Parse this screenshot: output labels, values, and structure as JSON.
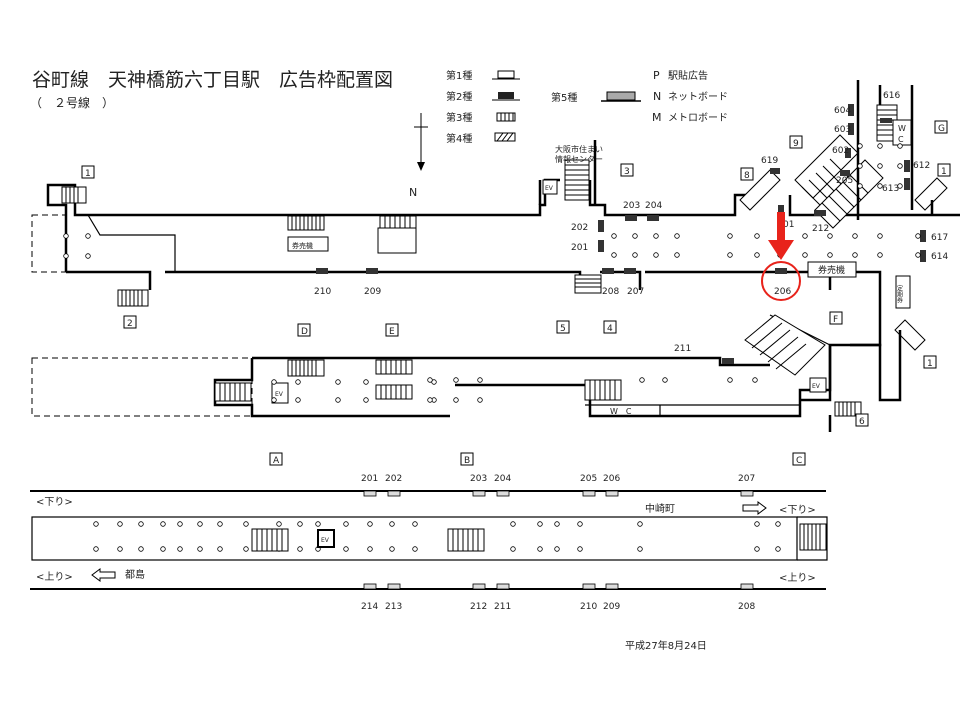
{
  "title": "谷町線　天神橋筋六丁目駅　広告枠配置図",
  "subtitle": "（　２号線　）",
  "legend": {
    "types": [
      "第1種",
      "第2種",
      "第3種",
      "第4種",
      "第5種"
    ],
    "codes": [
      {
        "code": "P",
        "label": "駅貼広告"
      },
      {
        "code": "N",
        "label": "ネットボード"
      },
      {
        "code": "M",
        "label": "メトロボード"
      }
    ]
  },
  "north": "N",
  "concourse": {
    "exits": [
      "1",
      "2",
      "D",
      "E",
      "3",
      "5",
      "4",
      "8",
      "9",
      "G",
      "1",
      "F",
      "1",
      "6"
    ],
    "ads": [
      "210",
      "209",
      "202",
      "201",
      "203",
      "204",
      "208",
      "207",
      "206",
      "01",
      "212",
      "205",
      "619",
      "602",
      "603",
      "604",
      "616",
      "612",
      "613",
      "617",
      "614",
      "211"
    ],
    "ticket_machine": "券売機",
    "ticket_machine_2": "券売機",
    "commuter_pass": "定期券",
    "info_center_1": "大阪市住まい",
    "info_center_2": "情報センター",
    "ev": "EV",
    "wc_w": "W",
    "wc_c": "C",
    "wc_lower": "W　C",
    "highlight_color": "#e8231b"
  },
  "platform": {
    "exits": [
      "A",
      "B",
      "C"
    ],
    "top_ads": [
      "201",
      "202",
      "203",
      "204",
      "205",
      "206",
      "207"
    ],
    "bottom_ads": [
      "214",
      "213",
      "212",
      "211",
      "210",
      "209",
      "208"
    ],
    "down_left": "<下り>",
    "up_left": "<上り>",
    "down_right": "<下り>",
    "up_right": "<上り>",
    "toward_up": "都島",
    "toward_down": "中崎町",
    "ev": "EV"
  },
  "date": "平成27年8月24日"
}
